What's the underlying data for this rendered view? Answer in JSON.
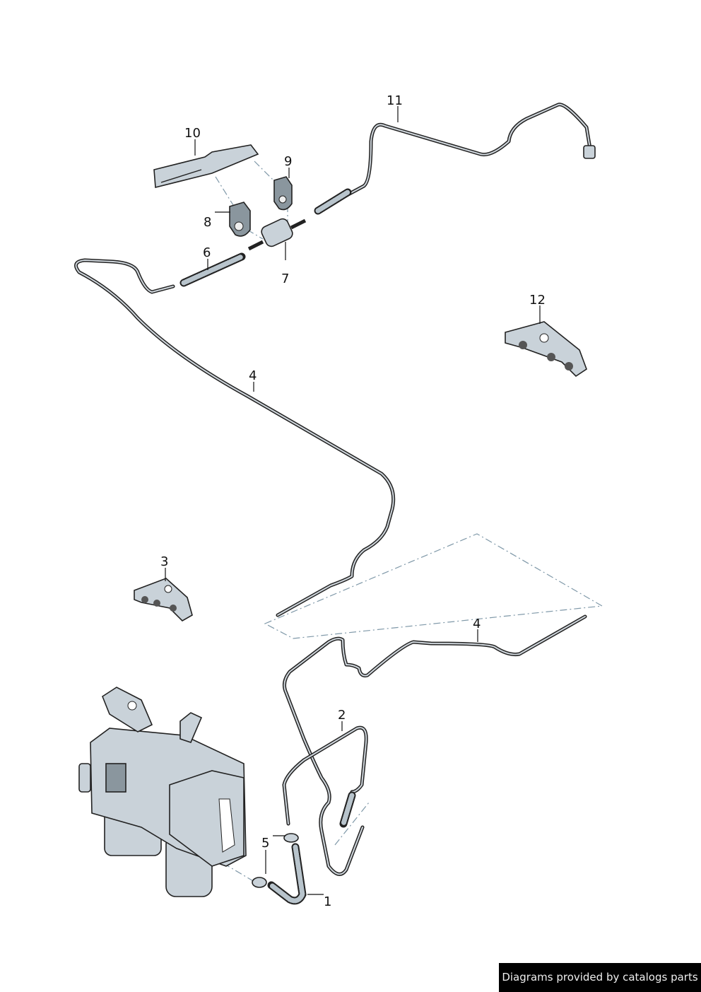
{
  "callouts": [
    "1",
    "2",
    "3",
    "4",
    "4",
    "5",
    "6",
    "7",
    "8",
    "9",
    "10",
    "11",
    "12"
  ],
  "footer": {
    "text": "Diagrams provided by catalogs parts"
  }
}
